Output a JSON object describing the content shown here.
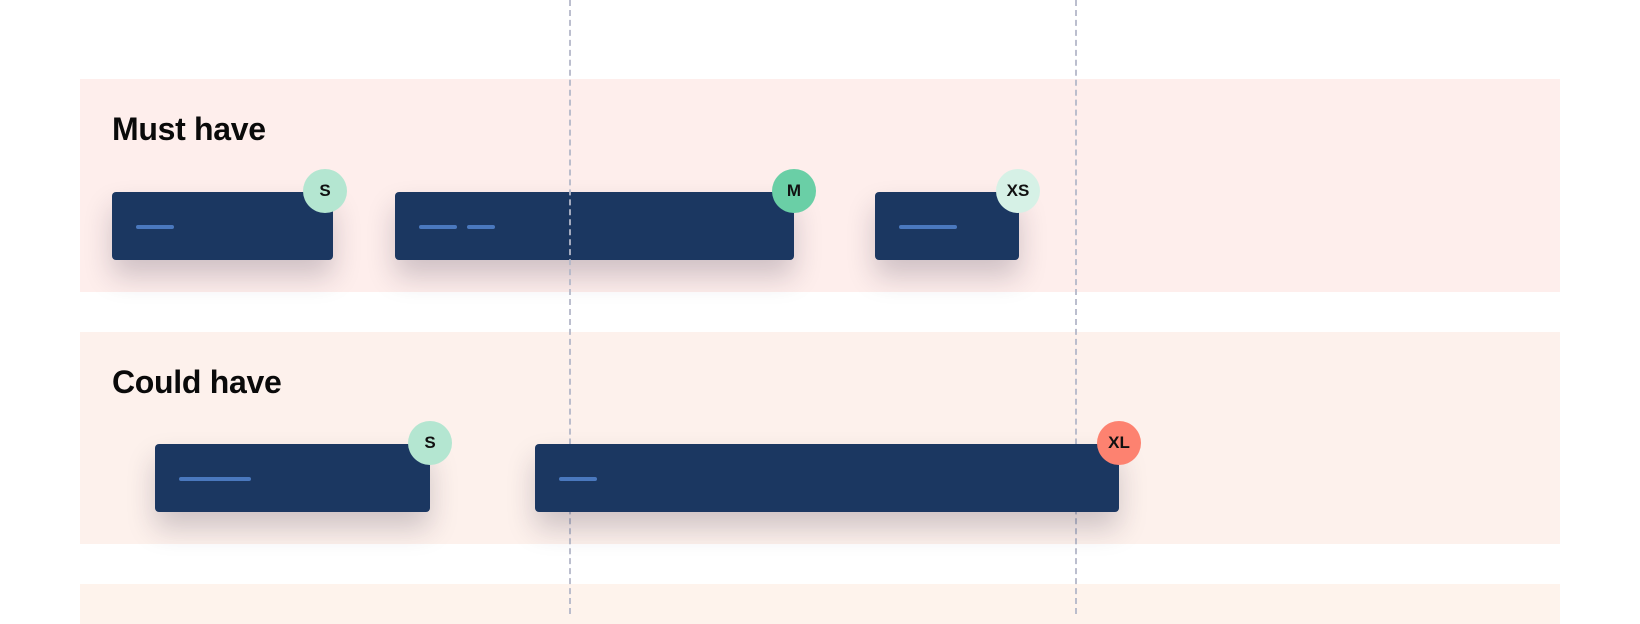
{
  "lanes": [
    {
      "title": "Must have",
      "color": "#feeeec"
    },
    {
      "title": "Could have",
      "color": "#fdf1ec"
    },
    {
      "title": "",
      "color": "#fef3ec"
    }
  ],
  "cards": [
    {
      "lane": 0,
      "size": "S",
      "badge_color": "#b4e6d1"
    },
    {
      "lane": 0,
      "size": "M",
      "badge_color": "#6acfa6"
    },
    {
      "lane": 0,
      "size": "XS",
      "badge_color": "#d6f1e6"
    },
    {
      "lane": 1,
      "size": "S",
      "badge_color": "#b4e6d1"
    },
    {
      "lane": 1,
      "size": "XL",
      "badge_color": "#fd8270"
    }
  ],
  "colors": {
    "card": "#1b3761",
    "card_line": "#4a78be",
    "guide": "#b4b8c9"
  }
}
